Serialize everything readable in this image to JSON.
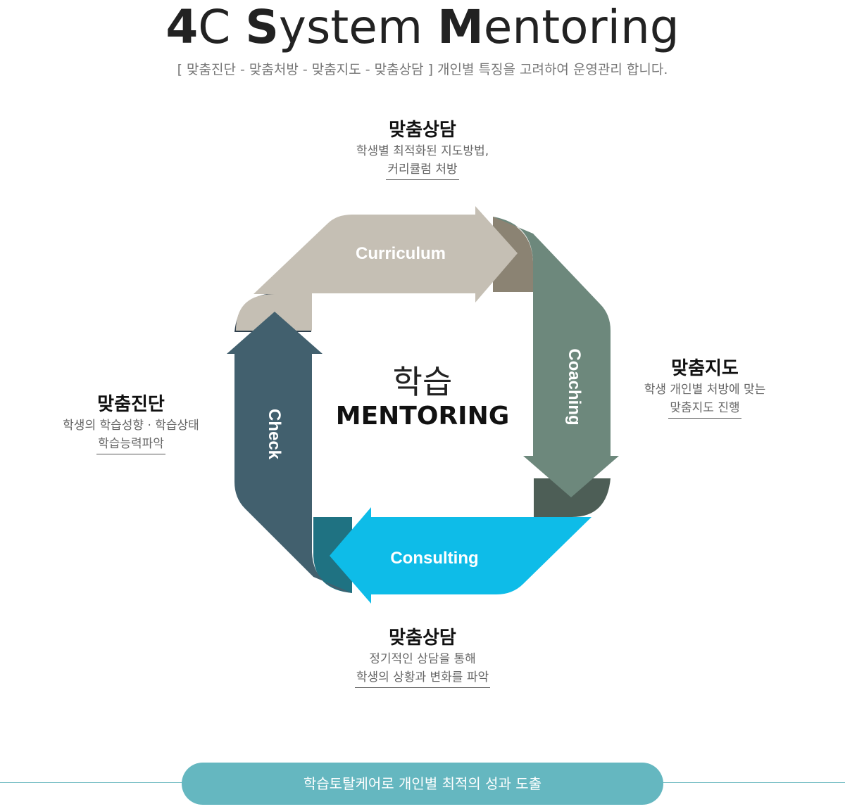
{
  "header": {
    "title_parts": [
      {
        "text": "4",
        "weight": "bold"
      },
      {
        "text": "C ",
        "weight": "light"
      },
      {
        "text": "S",
        "weight": "bold"
      },
      {
        "text": "ystem ",
        "weight": "light"
      },
      {
        "text": "M",
        "weight": "bold"
      },
      {
        "text": "entoring",
        "weight": "light"
      }
    ],
    "subtitle": "[ 맞춤진단 - 맞춤처방 - 맞춤지도 - 맞춤상담 ] 개인별  특징을 고려하여 운영관리 합니다."
  },
  "blocks": {
    "top": {
      "title": "맞춤상담",
      "line1": "학생별 최적화된 지도방법,",
      "line2": "커리큘럼 처방"
    },
    "right": {
      "title": "맞춤지도",
      "line1": "학생 개인별 처방에 맞는",
      "line2": "맞춤지도 진행"
    },
    "left": {
      "title": "맞춤진단",
      "line1": "학생의 학습성향 · 학습상태",
      "line2": "학습능력파악"
    },
    "bottom": {
      "title": "맞춤상담",
      "line1": "정기적인 상담을 통해",
      "line2": "학생의 상황과 변화를 파악"
    }
  },
  "diagram": {
    "center_korean": "학습",
    "center_english": "MENTORING",
    "arrows": {
      "curriculum": {
        "label": "Curriculum",
        "color": "#c5bfb4",
        "fold_color": "#8b8373"
      },
      "coaching": {
        "label": "Coaching",
        "color": "#6d887c",
        "fold_color": "#4d5e56"
      },
      "consulting": {
        "label": "Consulting",
        "color": "#0ebce8",
        "fold_color": "#1f7282"
      },
      "check": {
        "label": "Check",
        "color": "#42606e",
        "fold_color": "#2e3f4c"
      }
    }
  },
  "footer": {
    "pill_text": "학습토탈케어로 개인별 최적의 성과 도출",
    "pill_color": "#65b7c0"
  }
}
